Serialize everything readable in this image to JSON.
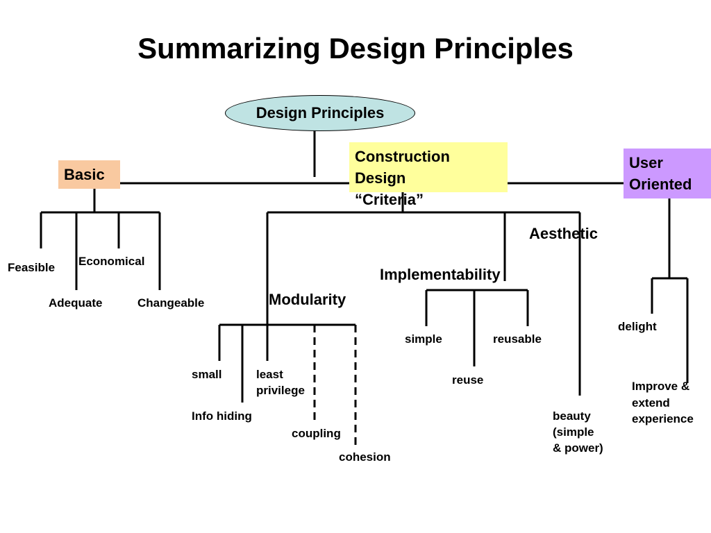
{
  "title": "Summarizing Design Principles",
  "root": "Design Principles",
  "branches": {
    "basic": {
      "label": "Basic",
      "children": [
        "Feasible",
        "Economical",
        "Adequate",
        "Changeable"
      ]
    },
    "construction": {
      "label_lines": [
        "Construction",
        "Design",
        "“Criteria”"
      ],
      "categories": {
        "modularity": {
          "label": "Modularity",
          "children": [
            "small",
            "least",
            "privilege",
            "Info hiding",
            "coupling",
            "cohesion"
          ]
        },
        "implementability": {
          "label": "Implementability",
          "children": [
            "simple",
            "reusable",
            "reuse"
          ]
        },
        "aesthetic": {
          "label": "Aesthetic",
          "children": [
            "beauty",
            "(simple",
            "& power)"
          ]
        }
      }
    },
    "user_oriented": {
      "label_lines": [
        "User",
        "Oriented"
      ],
      "children": [
        "delight",
        "Improve &",
        "extend",
        "experience"
      ]
    }
  },
  "colors": {
    "root_fill": "#bfe3e3",
    "basic_fill": "#f9c9a0",
    "construction_fill": "#ffff9c",
    "user_fill": "#cc99ff"
  }
}
